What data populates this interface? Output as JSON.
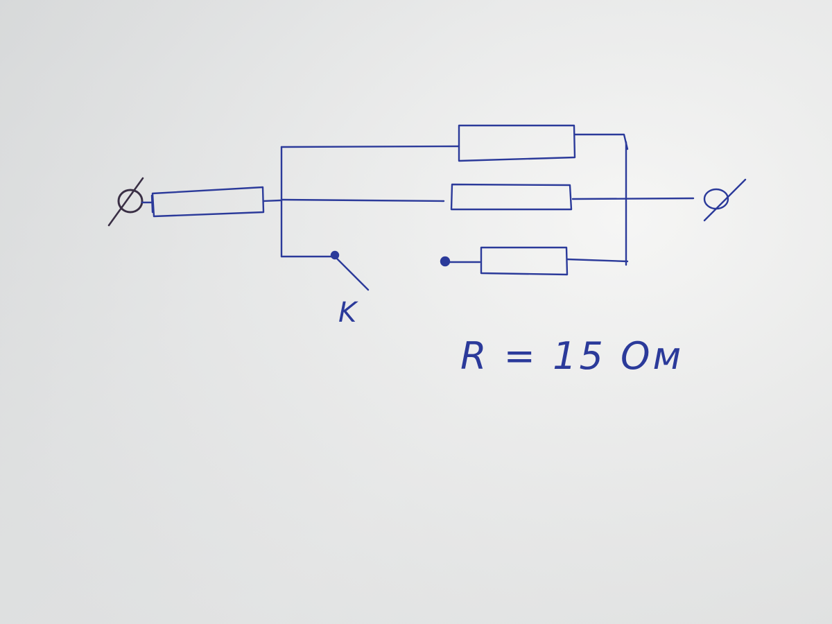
{
  "diagram": {
    "switch_label": "K",
    "resistance_note": "R = 15 Ом"
  },
  "colors": {
    "ink": "#2b3a9a",
    "terminal_left_ink": "#3a2f45",
    "paper": "#efefee"
  },
  "components": {
    "terminals": [
      "terminal-left",
      "terminal-right"
    ],
    "resistors": [
      "resistor-series",
      "resistor-top",
      "resistor-middle",
      "resistor-bottom"
    ],
    "switch": "switch-k"
  }
}
